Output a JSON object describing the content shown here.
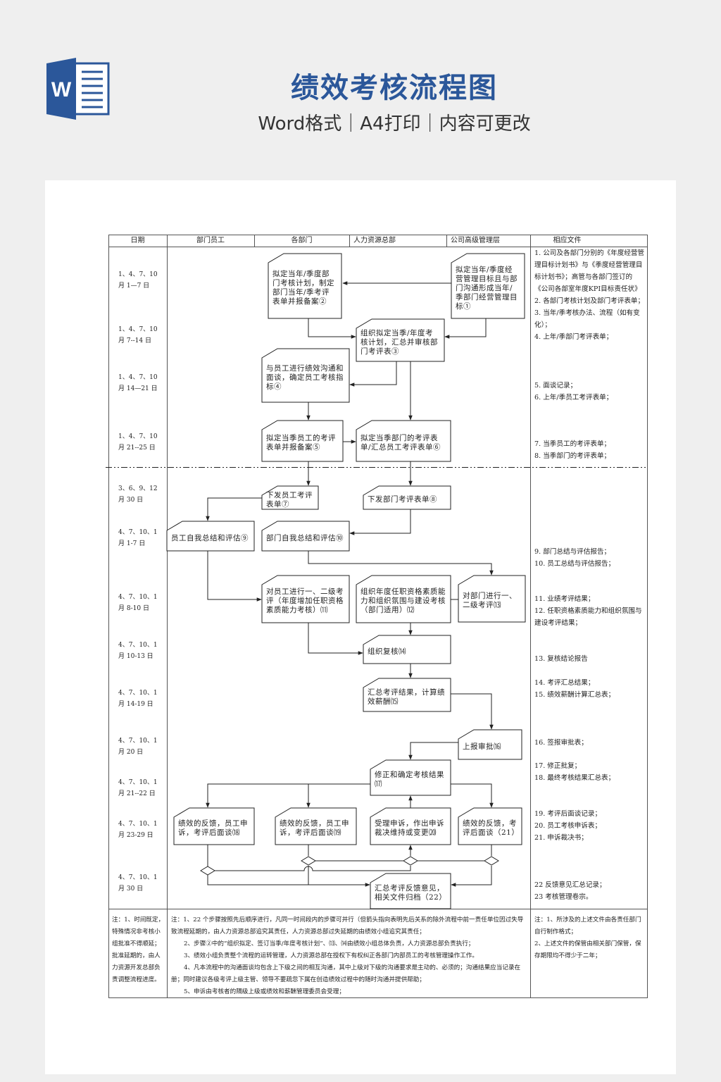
{
  "header": {
    "title": "绩效考核流程图",
    "subtitle": "Word格式｜A4打印｜内容可更改",
    "logo_letter": "W"
  },
  "table": {
    "columns": [
      "日期",
      "部门员工",
      "各部门",
      "人力资源总部",
      "公司高级管理层",
      "相应文件"
    ]
  },
  "dates": [
    "1、4、7、10\n月 1—7 日",
    "1、4、7、10\n月 7--14 日",
    "1、4、7、10\n月 14—21 日",
    "1、4、7、10\n月 21--25 日",
    "3、6、9、12\n月 30 日",
    "4、7、10、1\n月 1-7 日",
    "4、7、10、1\n月 8-10 日",
    "4、7、10、1\n月 10-13 日",
    "4、7、10、1\n月 14-19 日",
    "4、7、10、1\n月 20 日",
    "4、7、10、1\n月 21--22 日",
    "4、7、10、1\n月 23-29 日",
    "4、7、10、1\n月 30 日"
  ],
  "boxes": [
    "拟定当年/季度经营管理目标且与部门沟通形成当年/季部门经营管理目标①",
    "拟定当年/季度部门考核计划，制定部门当年/季考评表单并报备案②",
    "组织拟定当季/年度考核计划，汇总并审核部门考评表③",
    "与员工进行绩效沟通和面谈，确定员工考核指标④",
    "拟定当季员工的考评表单并报备案⑤",
    "拟定当季部门的考评表单/汇总员工考评表单⑥",
    "下发员工考评表单⑦",
    "下发部门考评表单⑧",
    "员工自我总结和评估⑨",
    "部门自我总结和评估⑩",
    "对员工进行一、二级考评（年度增加任职资格素质能力考核）⑾",
    "组织年度任职资格素质能力和组织氛围与建设考核（部门适用）⑿",
    "对部门进行一、二级考评⒀",
    "组织复核⒁",
    "汇总考评结果，计算绩效薪酬⒂",
    "上报审批⒃",
    "修正和确定考核结果⒄",
    "绩效的反馈，员工申诉，考评后面谈⒅",
    "绩效的反馈，员工申诉，考评后面谈⒆",
    "受理申诉，作出申诉裁决维持或变更⒇",
    "绩效的反馈，考评后面谈（21）",
    "汇总考评反馈意见，相关文件归档（22）"
  ],
  "documents": [
    "1. 公司及各部门分别的《年度经营管理目标计划书》与《季度经营管理目标计划书》；高管与各部门签订的《公司各部室年度KPI目标责任状》\n2. 各部门考核计划及部门考评表单；\n3. 当年/季考核办法、流程（如有变化）；\n4. 上年/季部门考评表单；",
    "5. 面谈记录；\n6. 上年/季员工考评表单；",
    "7. 当季员工的考评表单；\n8. 当季部门的考评表单；",
    "9. 部门总结与评估报告；\n10. 员工总结与评估报告；",
    "11. 业绩考评结果；\n12. 任职资格素质能力和组织氛围与建设考评结果；",
    "13. 复核结论报告",
    "14. 考评汇总结果；\n15. 绩效薪酬计算汇总表；",
    "16. 签报审批表；",
    "17. 修正批复；\n18. 最终考核结果汇总表；",
    "19. 考评后面谈记录；\n20. 员工考核申诉表；\n21. 申诉裁决书；",
    "22 反馈意见汇总记录；\n23 考核管理卷宗。"
  ],
  "notes": {
    "left": "注：1、时间既定，特殊情况非考核小组批准不得顺延；批准延期的，由人力资源开发总部负责调整流程进度。",
    "middle": [
      "注：1、22 个步骤按照先后顺序进行，凡同一时间段内的步骤可并行（但箭头指向表明先后关系的除外流程中前一责任单位因过失导致流程延期的，由人力资源总部追究其责任，人力资源总部过失延期的由绩效小组追究其责任；",
      "2、步骤②中的“组织拟定、签订当季/年度考核计划”、⒀、⒁由绩效小组总体负责，人力资源总部负责执行；",
      "3、绩效小组负责整个流程的运转管理，人力资源总部在授权下有权纠正各部门内部员工的考核管理操作工作。",
      "4、凡本流程中的沟通面谈均包含上下级之间的相互沟通，其中上级对下级的沟通要求是主动的、必须的；沟通结果应当记录在册；同时建议各级考评上级主管、领导不要疏忽下属在创造绩效过程中的随时沟通并提供帮助；",
      "5、申诉由考核者的隔级上级或绩效和薪酬管理委员会受理；"
    ],
    "right": "注：1、所涉及的上述文件由各责任部门自行制作格式；\n2、上述文件的保管由相关部门保管，保存期限均不得少于二年；"
  },
  "colors": {
    "brand": "#2b579a",
    "line": "#333333"
  }
}
